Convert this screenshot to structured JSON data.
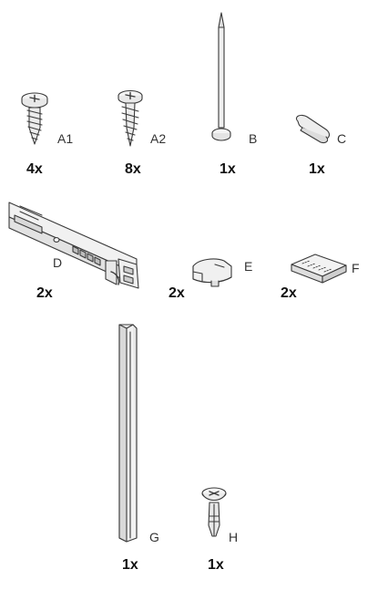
{
  "parts": [
    {
      "id": "A1",
      "label": "A1",
      "quantity": "4x",
      "icon": "screw-icon"
    },
    {
      "id": "A2",
      "label": "A2",
      "quantity": "8x",
      "icon": "wood-screw-icon"
    },
    {
      "id": "B",
      "label": "B",
      "quantity": "1x",
      "icon": "nail-icon"
    },
    {
      "id": "C",
      "label": "C",
      "quantity": "1x",
      "icon": "wedge-pad-icon"
    },
    {
      "id": "D",
      "label": "D",
      "quantity": "2x",
      "icon": "bracket-rail-icon"
    },
    {
      "id": "E",
      "label": "E",
      "quantity": "2x",
      "icon": "cap-clip-icon"
    },
    {
      "id": "F",
      "label": "F",
      "quantity": "2x",
      "icon": "adhesive-pad-icon"
    },
    {
      "id": "G",
      "label": "G",
      "quantity": "1x",
      "icon": "profile-strip-icon"
    },
    {
      "id": "H",
      "label": "H",
      "quantity": "1x",
      "icon": "anchor-screw-icon"
    }
  ]
}
